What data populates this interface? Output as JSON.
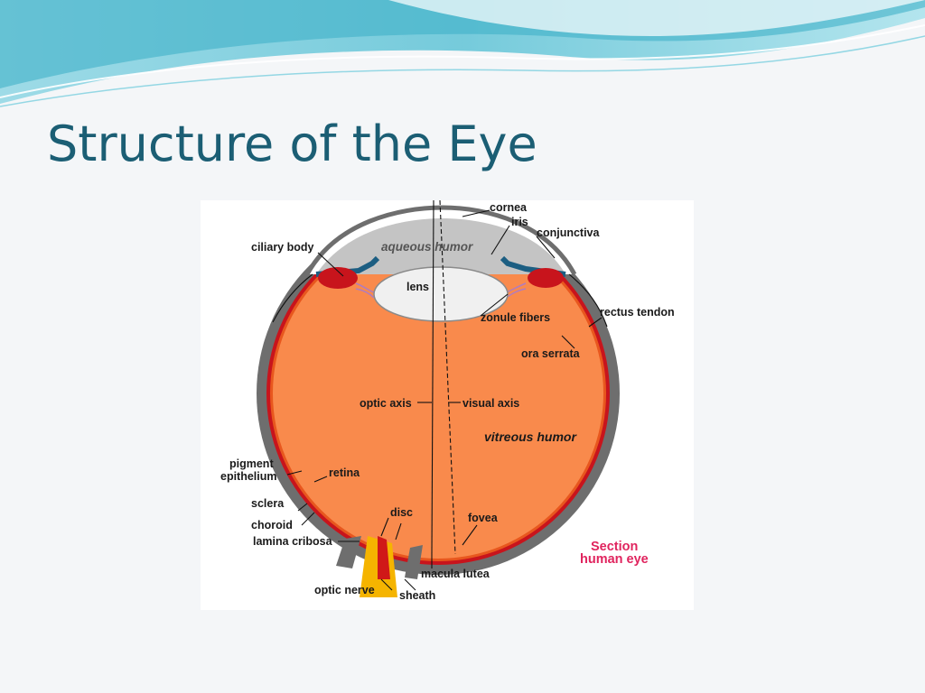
{
  "slide": {
    "title": "Structure of the Eye",
    "colors": {
      "title": "#1b5e74",
      "wave": "#5fc3d6",
      "background": "#f4f6f8"
    }
  },
  "diagram": {
    "labels": {
      "cornea": "cornea",
      "iris": "iris",
      "conjunctiva": "conjunctiva",
      "ciliary_body": "ciliary body",
      "aqueous_humor": "aqueous humor",
      "lens": "lens",
      "zonule_fibers": "zonule fibers",
      "rectus_tendon": "rectus tendon",
      "ora_serrata": "ora serrata",
      "optic_axis": "optic axis",
      "visual_axis": "visual axis",
      "vitreous_humor": "vitreous humor",
      "pigment": "pigment",
      "epithelium": "epithelium",
      "retina": "retina",
      "sclera": "sclera",
      "choroid": "choroid",
      "disc": "disc",
      "fovea": "fovea",
      "lamina_cribosa": "lamina cribosa",
      "macula_lutea": "macula lutea",
      "optic_nerve": "optic nerve",
      "sheath": "sheath"
    },
    "caption": {
      "line1": "Section",
      "line2": "human eye"
    },
    "colors": {
      "vitreous": "#f98a4c",
      "sclera": "#6e6e6e",
      "choroid": "#c8141c",
      "aqueous": "#c4c4c4",
      "lens": "#f0f0f0",
      "optic_nerve": "#f5b400",
      "caption": "#e0245e"
    }
  }
}
